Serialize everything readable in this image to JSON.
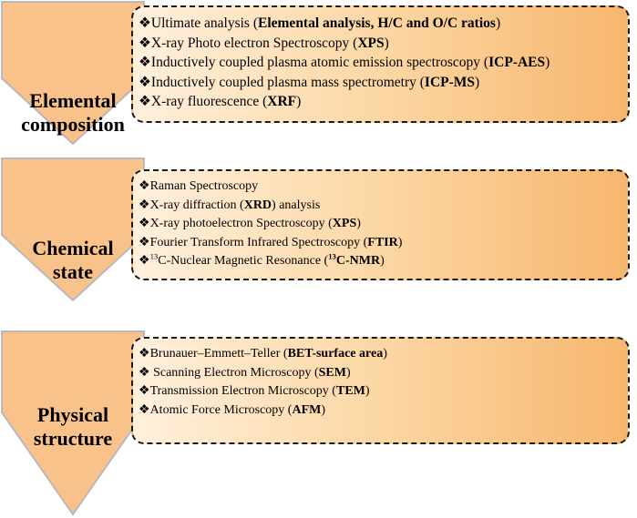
{
  "colors": {
    "chevron_fill": "#f9c28a",
    "chevron_stroke": "#b9b9b9",
    "box_gradient": [
      "#fff0dd",
      "#fcd7a4",
      "#f7b66e"
    ]
  },
  "bullet": "❖",
  "stages": [
    {
      "title_lines": [
        "Elemental",
        "composition"
      ],
      "items": [
        [
          {
            "t": "Ultimate analysis ("
          },
          {
            "t": "Elemental analysis, H/C and O/C ratios",
            "b": true
          },
          {
            "t": ")"
          }
        ],
        [
          {
            "t": "X-ray Photo electron Spectroscopy ("
          },
          {
            "t": "XPS",
            "b": true
          },
          {
            "t": ")"
          }
        ],
        [
          {
            "t": "Inductively coupled plasma atomic emission spectroscopy ("
          },
          {
            "t": "ICP-AES",
            "b": true
          },
          {
            "t": ")"
          }
        ],
        [
          {
            "t": "Inductively coupled plasma mass spectrometry ("
          },
          {
            "t": "ICP-MS",
            "b": true
          },
          {
            "t": ")"
          }
        ],
        [
          {
            "t": "X-ray fluorescence ("
          },
          {
            "t": "XRF",
            "b": true
          },
          {
            "t": ")"
          }
        ]
      ]
    },
    {
      "title_lines": [
        "Chemical",
        "state"
      ],
      "items": [
        [
          {
            "t": "Raman Spectroscopy"
          }
        ],
        [
          {
            "t": "X-ray diffraction ("
          },
          {
            "t": "XRD",
            "b": true
          },
          {
            "t": ") analysis"
          }
        ],
        [
          {
            "t": "X-ray photoelectron Spectroscopy ("
          },
          {
            "t": "XPS",
            "b": true
          },
          {
            "t": ")"
          }
        ],
        [
          {
            "t": "Fourier Transform Infrared Spectroscopy ("
          },
          {
            "t": "FTIR",
            "b": true
          },
          {
            "t": ")"
          }
        ],
        [
          {
            "t": "13",
            "sup": true
          },
          {
            "t": "C-Nuclear Magnetic Resonance ("
          },
          {
            "t": "13",
            "sup": true,
            "b": true
          },
          {
            "t": "C-NMR",
            "b": true
          },
          {
            "t": ")"
          }
        ]
      ]
    },
    {
      "title_lines": [
        "Physical",
        "structure"
      ],
      "items": [
        [
          {
            "t": "Brunauer–Emmett–Teller ("
          },
          {
            "t": "BET-surface area",
            "b": true
          },
          {
            "t": ")"
          }
        ],
        [
          {
            "t": " Scanning Electron Microscopy ("
          },
          {
            "t": "SEM",
            "b": true
          },
          {
            "t": ")"
          }
        ],
        [
          {
            "t": "Transmission Electron Microscopy ("
          },
          {
            "t": "TEM",
            "b": true
          },
          {
            "t": ")"
          }
        ],
        [
          {
            "t": "Atomic Force Microscopy ("
          },
          {
            "t": "AFM",
            "b": true
          },
          {
            "t": ")"
          }
        ]
      ]
    }
  ]
}
